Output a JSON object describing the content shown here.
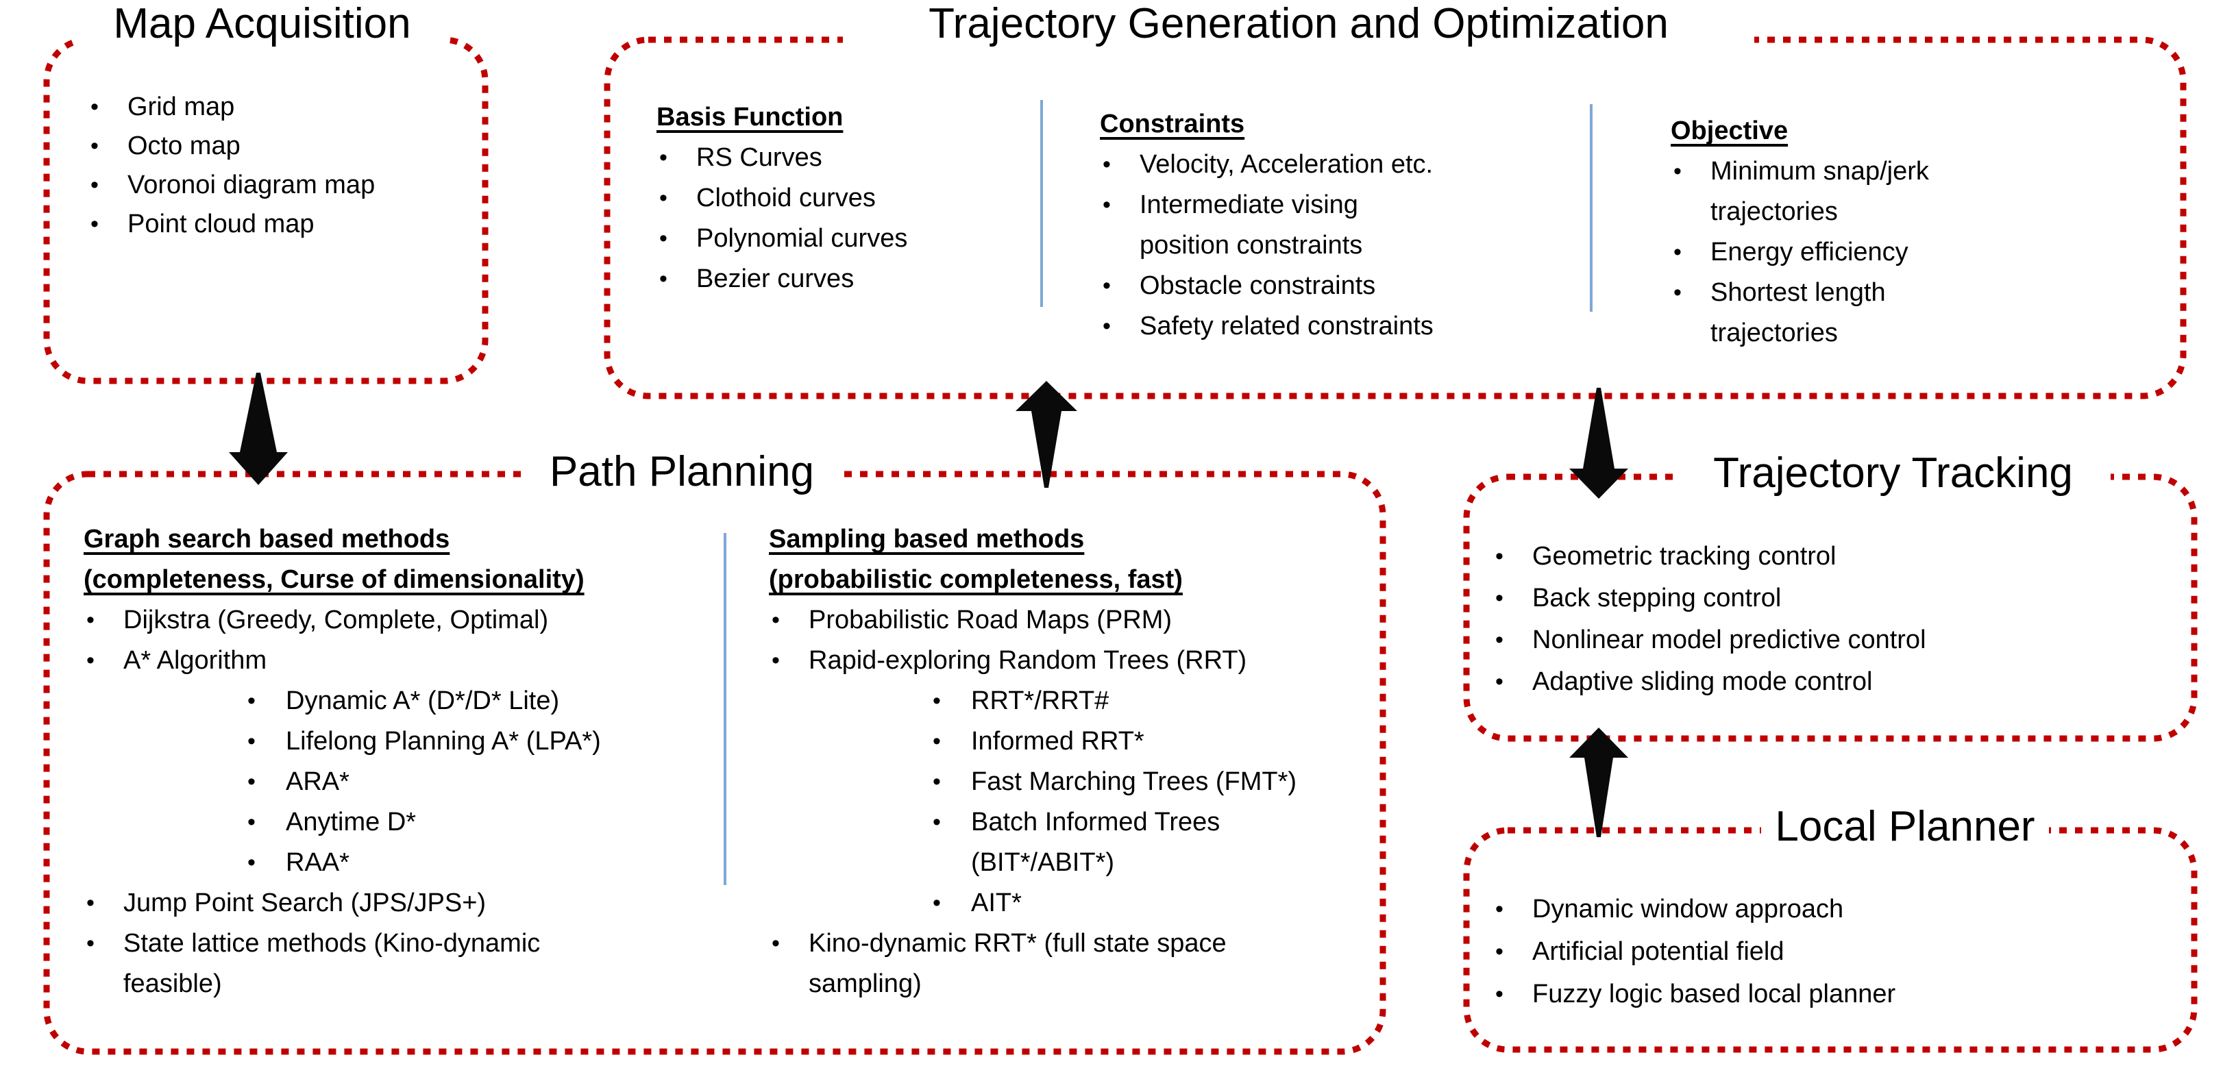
{
  "colors": {
    "border": "#c00000",
    "divider": "#7ea7d8",
    "arrow": "#0a0a0a",
    "text": "#000000",
    "background": "#ffffff"
  },
  "boxes": {
    "map_acquisition": {
      "title": "Map Acquisition",
      "rows": [
        {
          "k": "b1",
          "t": "Grid map"
        },
        {
          "k": "b1",
          "t": "Octo map"
        },
        {
          "k": "b1",
          "t": "Voronoi diagram map"
        },
        {
          "k": "b1",
          "t": "Point cloud map"
        }
      ]
    },
    "trajectory_generation": {
      "title": "Trajectory Generation and Optimization",
      "basis_function": {
        "rows": [
          {
            "k": "h",
            "t": "Basis Function"
          },
          {
            "k": "b1",
            "t": "RS Curves"
          },
          {
            "k": "b1",
            "t": "Clothoid curves"
          },
          {
            "k": "b1",
            "t": "Polynomial curves"
          },
          {
            "k": "b1",
            "t": "Bezier curves"
          }
        ]
      },
      "constraints": {
        "rows": [
          {
            "k": "h",
            "t": "Constraints"
          },
          {
            "k": "b1",
            "t": "Velocity, Acceleration etc."
          },
          {
            "k": "b1",
            "t": "Intermediate vising"
          },
          {
            "k": "c1",
            "t": "position constraints"
          },
          {
            "k": "b1",
            "t": "Obstacle constraints"
          },
          {
            "k": "b1",
            "t": "Safety related constraints"
          }
        ]
      },
      "objective": {
        "rows": [
          {
            "k": "h",
            "t": "Objective"
          },
          {
            "k": "b1",
            "t": "Minimum snap/jerk"
          },
          {
            "k": "c1",
            "t": "trajectories"
          },
          {
            "k": "b1",
            "t": "Energy efficiency"
          },
          {
            "k": "b1",
            "t": "Shortest length"
          },
          {
            "k": "c1",
            "t": "trajectories"
          }
        ]
      }
    },
    "path_planning": {
      "title": "Path Planning",
      "graph_search": {
        "rows": [
          {
            "k": "h",
            "t": "Graph search based methods"
          },
          {
            "k": "h",
            "t": "(completeness, Curse of dimensionality)"
          },
          {
            "k": "b1",
            "t": "Dijkstra (Greedy, Complete, Optimal)"
          },
          {
            "k": "b1",
            "t": "A* Algorithm"
          },
          {
            "k": "b2",
            "t": "Dynamic A* (D*/D* Lite)"
          },
          {
            "k": "b2",
            "t": "Lifelong Planning A* (LPA*)"
          },
          {
            "k": "b2",
            "t": "ARA*"
          },
          {
            "k": "b2",
            "t": "Anytime D*"
          },
          {
            "k": "b2",
            "t": "RAA*"
          },
          {
            "k": "b1",
            "t": "Jump Point Search (JPS/JPS+)"
          },
          {
            "k": "b1",
            "t": "State lattice methods (Kino-dynamic"
          },
          {
            "k": "c1",
            "t": "feasible)"
          }
        ]
      },
      "sampling": {
        "rows": [
          {
            "k": "h",
            "t": "Sampling based methods"
          },
          {
            "k": "h",
            "t": "(probabilistic completeness, fast)"
          },
          {
            "k": "b1",
            "t": "Probabilistic Road Maps (PRM)"
          },
          {
            "k": "b1",
            "t": "Rapid-exploring Random Trees (RRT)"
          },
          {
            "k": "b2",
            "t": "RRT*/RRT#"
          },
          {
            "k": "b2",
            "t": "Informed RRT*"
          },
          {
            "k": "b2",
            "t": "Fast Marching Trees (FMT*)"
          },
          {
            "k": "b2",
            "t": "Batch Informed Trees"
          },
          {
            "k": "c2",
            "t": "(BIT*/ABIT*)"
          },
          {
            "k": "b2",
            "t": "AIT*"
          },
          {
            "k": "b1",
            "t": "Kino-dynamic RRT* (full state space"
          },
          {
            "k": "c1",
            "t": "sampling)"
          }
        ]
      }
    },
    "trajectory_tracking": {
      "title": "Trajectory Tracking",
      "rows": [
        {
          "k": "b1",
          "t": "Geometric tracking control"
        },
        {
          "k": "b1",
          "t": "Back stepping control"
        },
        {
          "k": "b1",
          "t": "Nonlinear model predictive control"
        },
        {
          "k": "b1",
          "t": "Adaptive sliding mode control"
        }
      ]
    },
    "local_planner": {
      "title": "Local Planner",
      "rows": [
        {
          "k": "b1",
          "t": "Dynamic window approach"
        },
        {
          "k": "b1",
          "t": "Artificial potential field"
        },
        {
          "k": "b1",
          "t": "Fuzzy logic based local planner"
        }
      ]
    }
  }
}
